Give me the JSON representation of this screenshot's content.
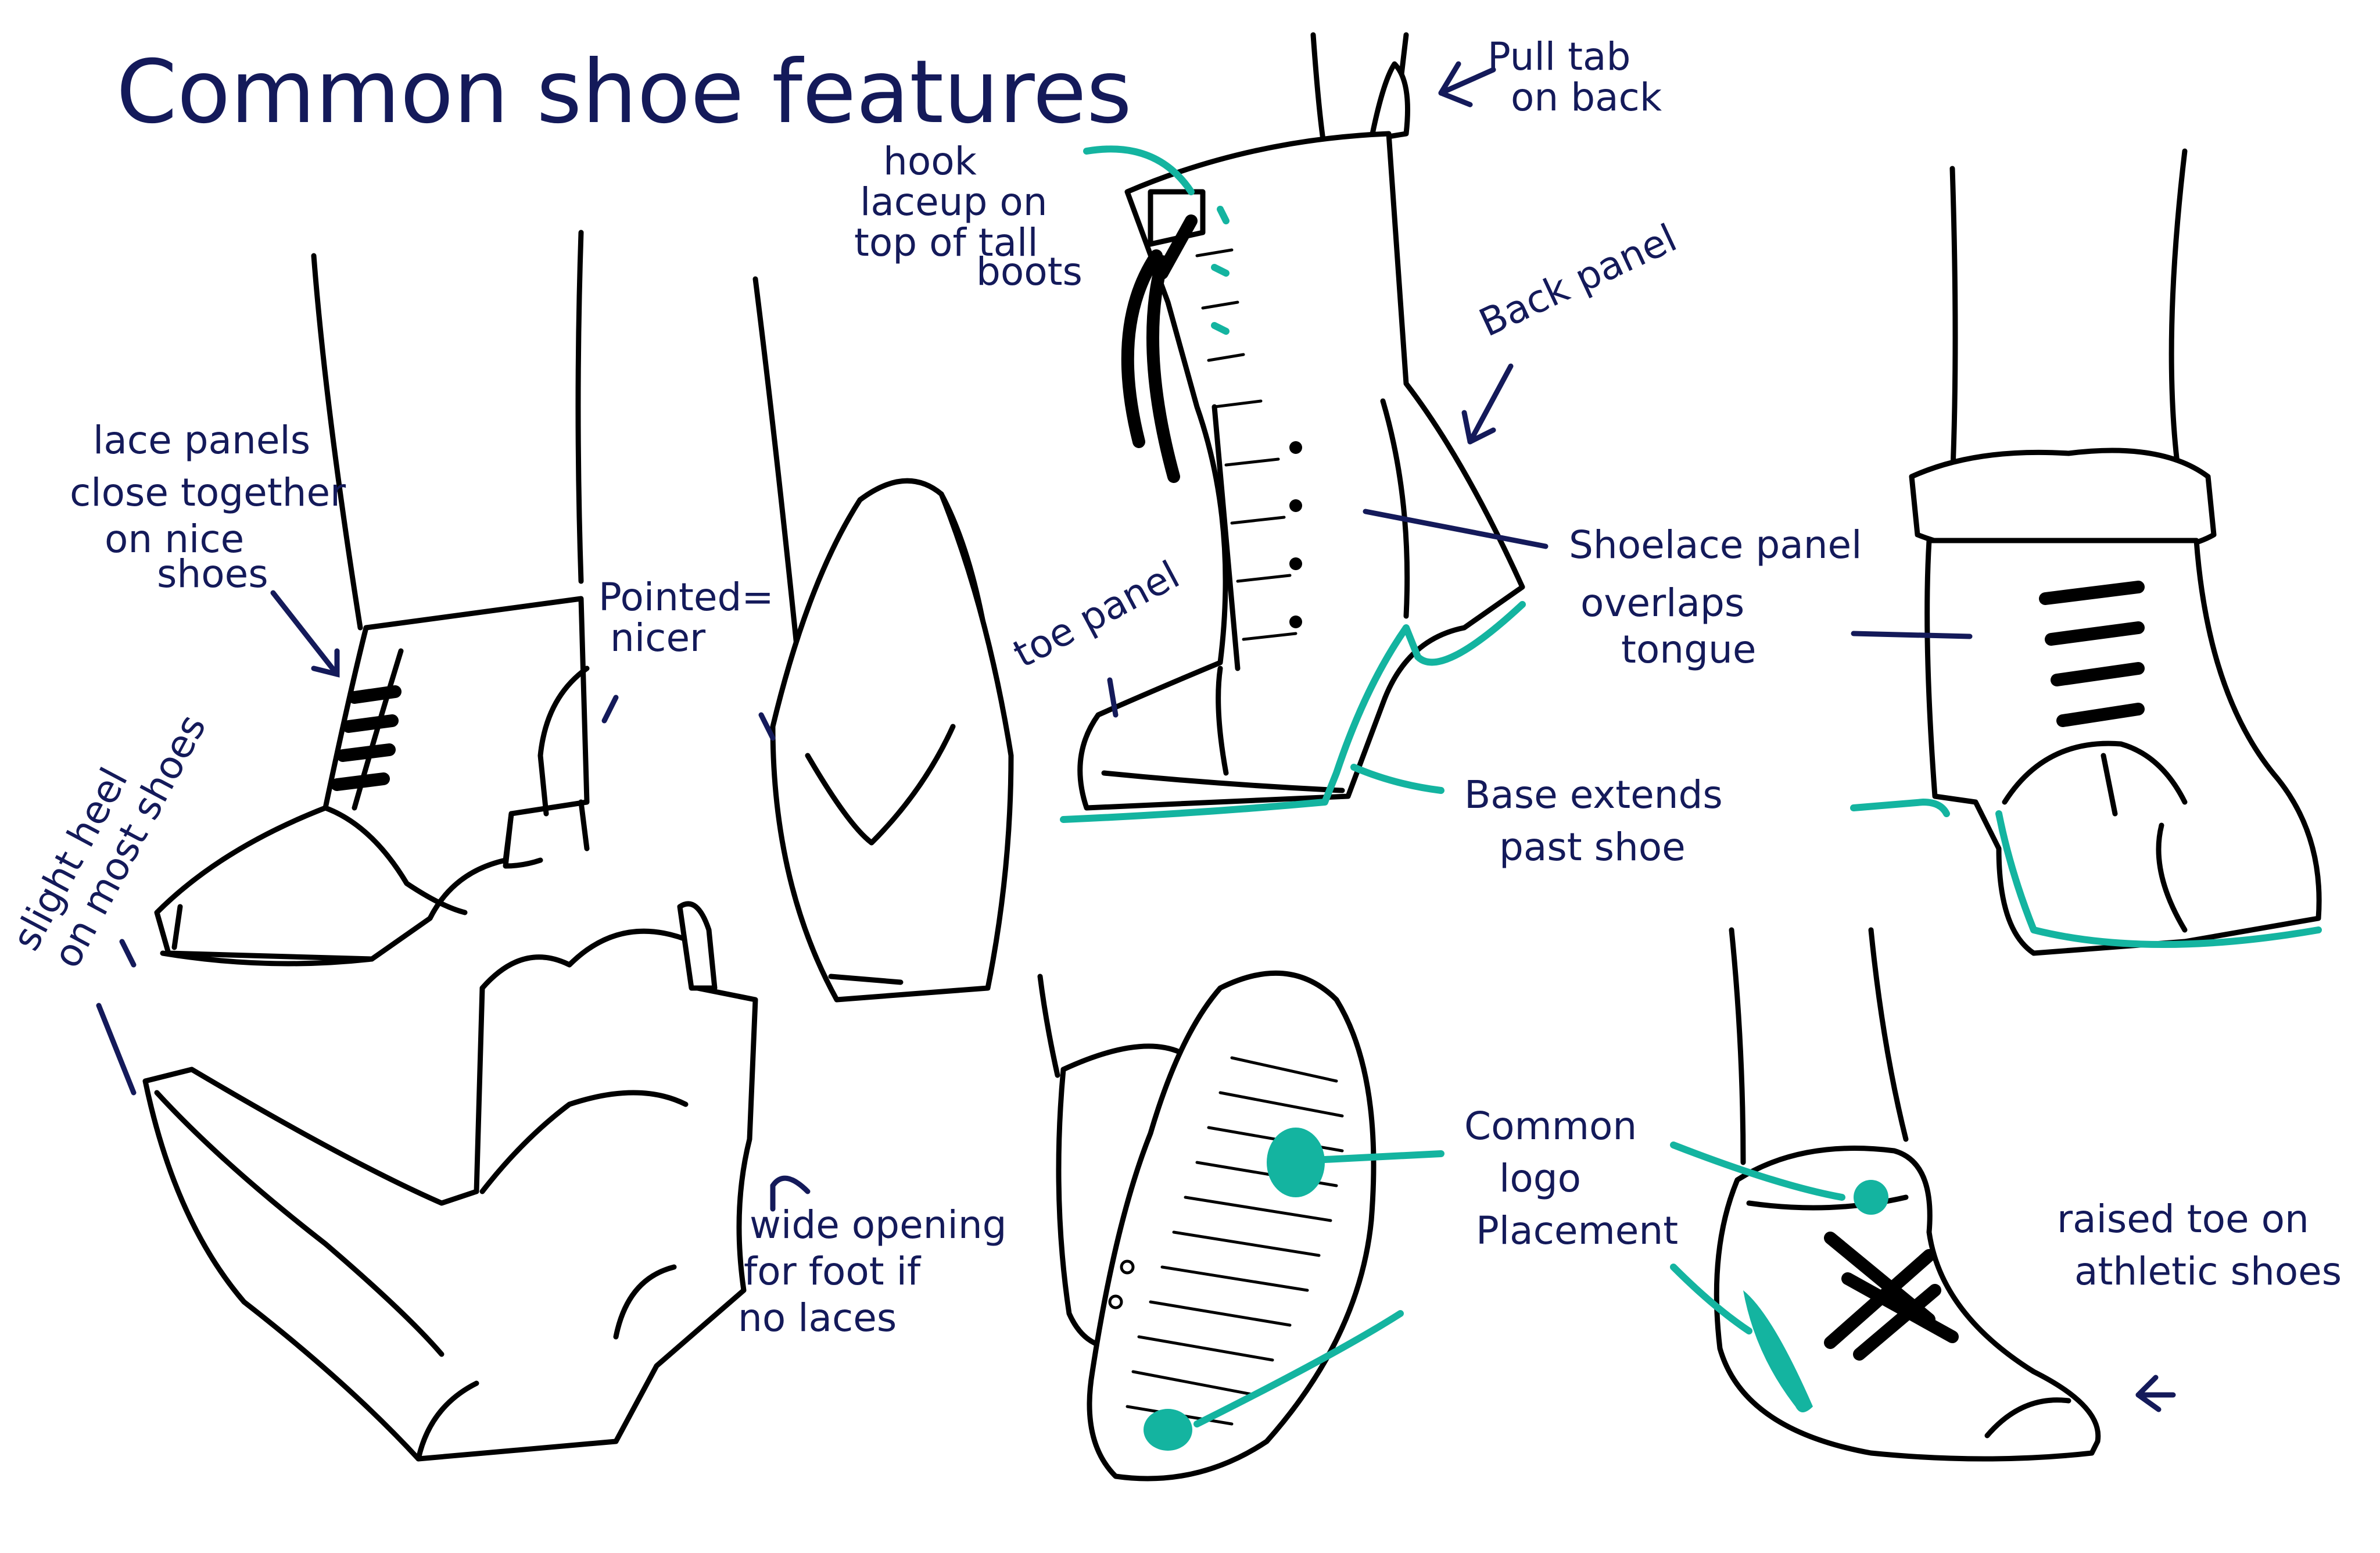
{
  "title": "Common shoe features",
  "labels": {
    "lace_panels": [
      "lace panels",
      "close together",
      "on nice",
      "shoes"
    ],
    "pointed": [
      "Pointed=",
      "nicer"
    ],
    "slight_heel": [
      "slight heel",
      "on most shoes"
    ],
    "wide_opening": [
      "wide opening",
      "for foot if",
      "no laces"
    ],
    "hook_laceup": [
      "hook",
      "laceup on",
      "top of tall",
      "boots"
    ],
    "pull_tab": [
      "Pull tab",
      "on back"
    ],
    "back_panel": "Back panel",
    "toe_panel": "toe panel",
    "shoelace_panel": [
      "Shoelace panel",
      "overlaps",
      "tongue"
    ],
    "base_extends": [
      "Base extends",
      "past shoe"
    ],
    "common_logo": [
      "Common",
      "logo",
      "Placement"
    ],
    "raised_toe": [
      "raised toe on",
      "athletic shoes"
    ]
  },
  "colors": {
    "ink": "#000000",
    "annotation": "#141a5a",
    "highlight": "#14b4a0",
    "background": "#ffffff"
  },
  "icons": [
    "arrow-icon"
  ]
}
